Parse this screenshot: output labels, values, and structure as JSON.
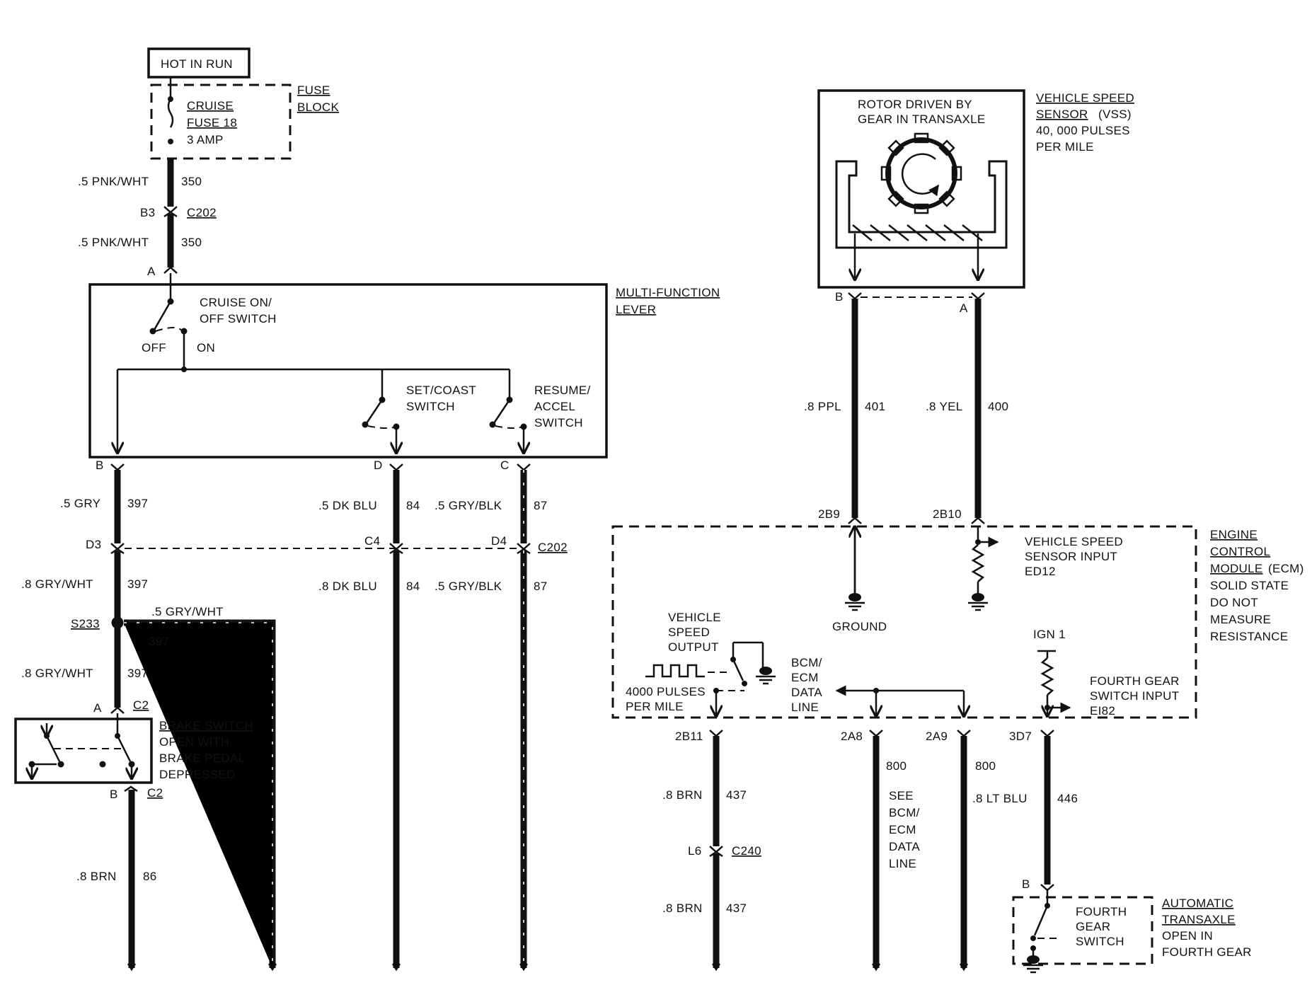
{
  "hot_in_run": "HOT IN RUN",
  "fuse_block": {
    "title1": "FUSE",
    "title2": "BLOCK",
    "fuse1": "CRUISE",
    "fuse2": "FUSE 18",
    "amp": "3 AMP"
  },
  "wire_350": {
    "top_label": ".5 PNK/WHT",
    "top_circuit": "350",
    "pin": "B3",
    "connector": "C202",
    "bottom_label": ".5 PNK/WHT",
    "bottom_circuit": "350"
  },
  "multifunction": {
    "title1": "MULTI-FUNCTION",
    "title2": "LEVER",
    "input_pin": "A",
    "cruise_switch1": "CRUISE ON/",
    "cruise_switch2": "OFF SWITCH",
    "off": "OFF",
    "on": "ON",
    "set1": "SET/COAST",
    "set2": "SWITCH",
    "resume1": "RESUME/",
    "resume2": "ACCEL",
    "resume3": "SWITCH",
    "pin_b": "B",
    "pin_d": "D",
    "pin_c": "C"
  },
  "wires_left": {
    "w397_top_label": ".5 GRY",
    "w397_top_circuit": "397",
    "w84_top_label": ".5 DK BLU",
    "w84_top_circuit": "84",
    "w87_top_label": ".5 GRY/BLK",
    "w87_top_circuit": "87",
    "pin_d3": "D3",
    "pin_c4": "C4",
    "pin_d4": "D4",
    "connector_c202": "C202",
    "w397_mid_label": ".8 GRY/WHT",
    "w397_mid_circuit": "397",
    "w84_mid_label": ".8 DK BLU",
    "w84_mid_circuit": "84",
    "w87_mid_label": ".5 GRY/BLK",
    "w87_mid_circuit": "87",
    "splice": "S233",
    "branch_label": ".5 GRY/WHT",
    "branch_circuit": "397",
    "w397_low_label": ".8 GRY/WHT",
    "w397_low_circuit": "397",
    "pin_a": "A",
    "connector_c2a": "C2",
    "pin_b": "B",
    "connector_c2b": "C2",
    "w86_label": ".8 BRN",
    "w86_circuit": "86"
  },
  "brake_switch": {
    "line1": "BRAKE SWITCH",
    "line2": "OPEN WITH",
    "line3": "BRAKE PEDAL",
    "line4": "DEPRESSED"
  },
  "vss": {
    "rotor1": "ROTOR DRIVEN BY",
    "rotor2": "GEAR IN TRANSAXLE",
    "title1": "VEHICLE SPEED",
    "title2": "SENSOR",
    "title2b": "(VSS)",
    "pulses1": "40, 000 PULSES",
    "pulses2": "PER MILE",
    "pin_b": "B",
    "pin_a": "A",
    "w401_label": ".8 PPL",
    "w401_circuit": "401",
    "w400_label": ".8 YEL",
    "w400_circuit": "400",
    "pin_2b9": "2B9",
    "pin_2b10": "2B10"
  },
  "ecm": {
    "title1": "ENGINE",
    "title2": "CONTROL",
    "title3": "MODULE",
    "title3b": "(ECM)",
    "note1": "SOLID STATE",
    "note2": "DO NOT",
    "note3": "MEASURE",
    "note4": "RESISTANCE",
    "vss_input1": "VEHICLE SPEED",
    "vss_input2": "SENSOR INPUT",
    "vss_input3": "ED12",
    "ground": "GROUND",
    "vso1": "VEHICLE",
    "vso2": "SPEED",
    "vso3": "OUTPUT",
    "pulses1": "4000 PULSES",
    "pulses2": "PER MILE",
    "bcm1": "BCM/",
    "bcm2": "ECM",
    "bcm3": "DATA",
    "bcm4": "LINE",
    "ign": "IGN 1",
    "fourth1": "FOURTH GEAR",
    "fourth2": "SWITCH INPUT",
    "fourth3": "EI82",
    "pin_2b11": "2B11",
    "pin_2a8": "2A8",
    "pin_2a9": "2A9",
    "pin_3d7": "3D7"
  },
  "wires_right": {
    "w437_label": ".8 BRN",
    "w437_circuit": "437",
    "pin_l6": "L6",
    "connector_c240": "C240",
    "w437_low_label": ".8 BRN",
    "w437_low_circuit": "437",
    "w800a_circuit": "800",
    "see1": "SEE",
    "see2": "BCM/",
    "see3": "ECM",
    "see4": "DATA",
    "see5": "LINE",
    "w800b_circuit": "800",
    "w446_label": ".8 LT BLU",
    "w446_circuit": "446",
    "pin_b": "B"
  },
  "transaxle": {
    "switch1": "FOURTH",
    "switch2": "GEAR",
    "switch3": "SWITCH",
    "title1": "AUTOMATIC",
    "title2": "TRANSAXLE",
    "note1": "OPEN IN",
    "note2": "FOURTH GEAR"
  }
}
